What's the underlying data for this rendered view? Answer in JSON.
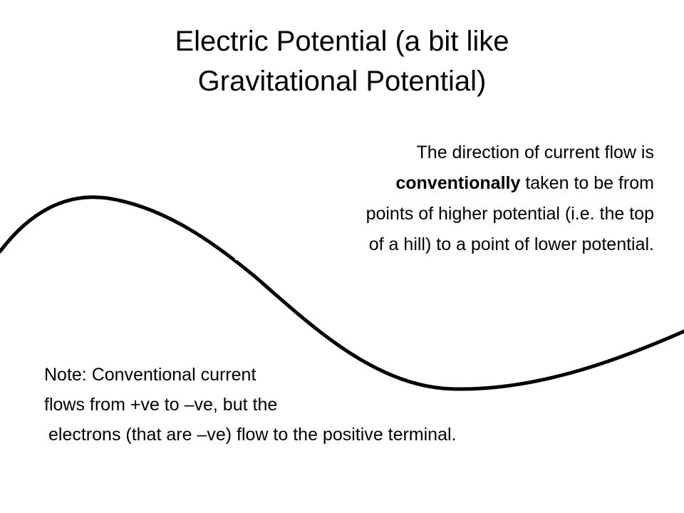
{
  "slide": {
    "title_lines": [
      "Electric Potential (a bit like",
      "Gravitational Potential)"
    ],
    "explanation": {
      "line1": "The direction of current flow is",
      "line2_bold": "conventionally",
      "line2_rest": " taken to be from",
      "line3": "points of higher potential (i.e. the top",
      "line4": "of a hill) to a point of lower potential."
    },
    "note_lines": [
      "Note: Conventional current",
      "flows from +ve to –ve, but the",
      "electrons (that are –ve) flow to the positive terminal."
    ],
    "colors": {
      "background": "#ffffff",
      "text": "#000000",
      "curve": "#000000"
    }
  }
}
